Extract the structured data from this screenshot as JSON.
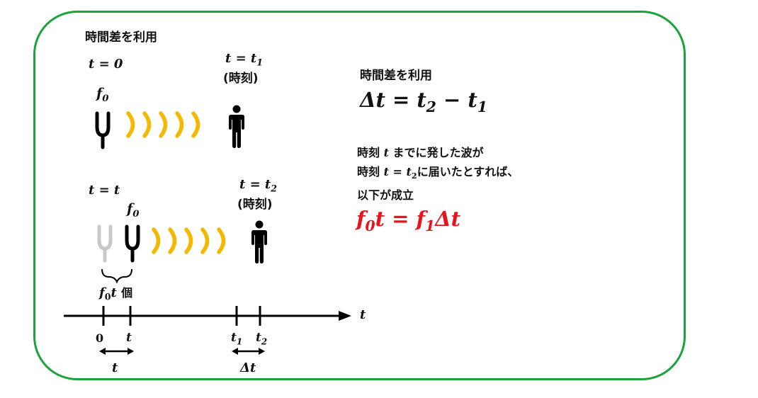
{
  "top_title": "時間差を利用",
  "scene1": {
    "t_label": "t = 0",
    "f_label": "f",
    "f_sub": "0",
    "t1_label": "t = t",
    "t1_sub": "1",
    "time_label": "(時刻)"
  },
  "scene2": {
    "t_label": "t = t",
    "f_label": "f",
    "f_sub": "0",
    "t2_label": "t = t",
    "t2_sub": "2",
    "time_label": "(時刻)",
    "count_f": "f",
    "count_sub": "0",
    "count_t": "t",
    "count_unit": "個"
  },
  "axis": {
    "axis_label": "t",
    "tick0": "0",
    "tick_t": "t",
    "tick_t1": "t",
    "tick_t1_sub": "1",
    "tick_t2": "t",
    "tick_t2_sub": "2",
    "span1_label": "t",
    "span2_label": "Δt"
  },
  "right": {
    "title": "時間差を利用",
    "formula_a": "Δt = t",
    "formula_a_sub": "2",
    "formula_b": " − t",
    "formula_b_sub": "1",
    "line1_a": "時刻 ",
    "line1_t": "t",
    "line1_b": " までに発した波が",
    "line2_a": "時刻 ",
    "line2_t": "t = t",
    "line2_sub": "2",
    "line2_b": "に届いたとすれば、",
    "line3": "以下が成立",
    "result_a": "f",
    "result_a_sub": "0",
    "result_b": "t = f",
    "result_b_sub": "1",
    "result_c": "Δt"
  },
  "colors": {
    "frame": "#1aa33a",
    "wave": "#f5b800",
    "result": "#e8141c",
    "faded_fork": "#c8c8c8"
  }
}
